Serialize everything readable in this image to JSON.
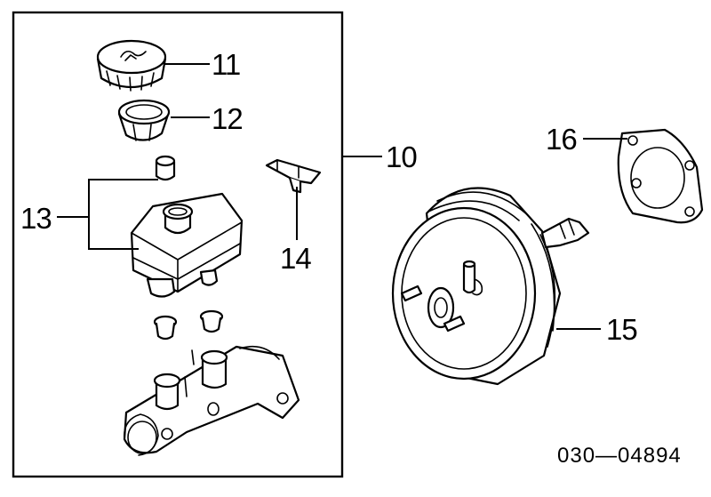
{
  "callouts": {
    "c10": "10",
    "c11": "11",
    "c12": "12",
    "c13": "13",
    "c14": "14",
    "c15": "15",
    "c16": "16"
  },
  "diagram_code": "030—04894",
  "colors": {
    "line": "#000000",
    "background": "#ffffff"
  }
}
